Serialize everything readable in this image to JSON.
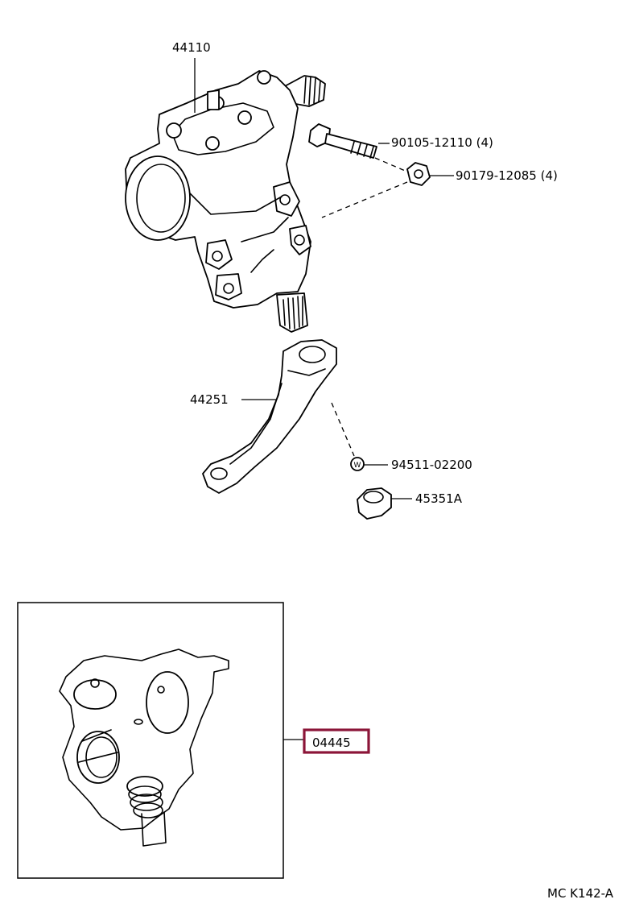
{
  "parts": {
    "gear_housing": "44110",
    "bolt": "90105-12110 (4)",
    "nut": "90179-12085 (4)",
    "pitman_arm": "44251",
    "washer": "94511-02200",
    "washer_symbol": "W",
    "nut_small": "45351A",
    "gasket_kit": "04445"
  },
  "footer": {
    "diagram_code": "MC K142-A"
  },
  "colors": {
    "highlight": "#8b1538",
    "line": "#000000",
    "background": "#ffffff"
  }
}
